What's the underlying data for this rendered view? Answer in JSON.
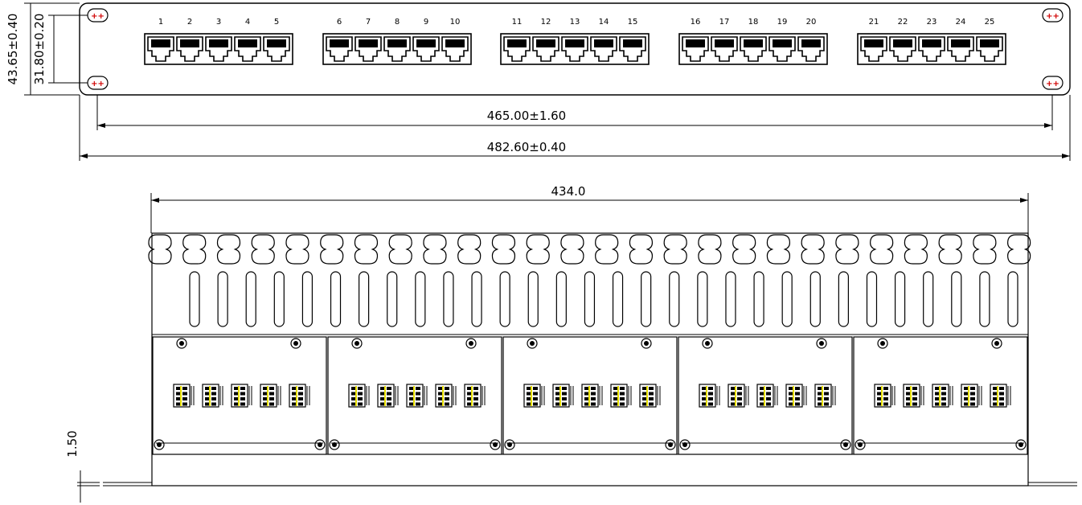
{
  "front_view": {
    "port_labels": [
      "1",
      "2",
      "3",
      "4",
      "5",
      "6",
      "7",
      "8",
      "9",
      "10",
      "11",
      "12",
      "13",
      "14",
      "15",
      "16",
      "17",
      "18",
      "19",
      "20",
      "21",
      "22",
      "23",
      "24",
      "25"
    ],
    "dimensions": {
      "width_total": "482.60±0.40",
      "mount_spacing": "465.00±1.60",
      "height_total": "43.65±0.40",
      "hole_spacing": "31.80±0.20"
    },
    "mount_hole_color": "#d00000"
  },
  "rear_view": {
    "dimensions": {
      "inner_width": "434.0",
      "plate_thickness": "1.50"
    }
  }
}
